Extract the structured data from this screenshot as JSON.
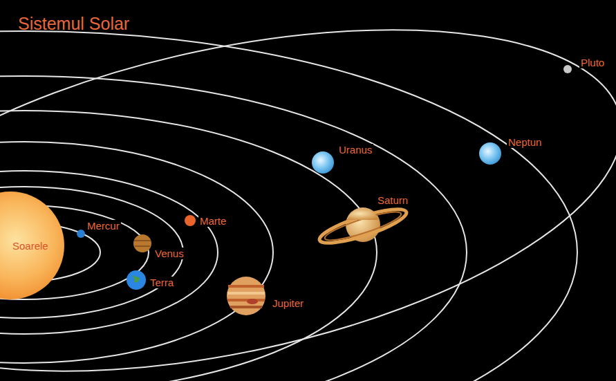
{
  "diagram": {
    "title": "Sistemul Solar",
    "labels": [
      "Soarele",
      "Mercur",
      "Venus",
      "Terra",
      "Marte",
      "Jupiter",
      "Saturn",
      "Uranus",
      "Neptun",
      "Pluto"
    ]
  }
}
